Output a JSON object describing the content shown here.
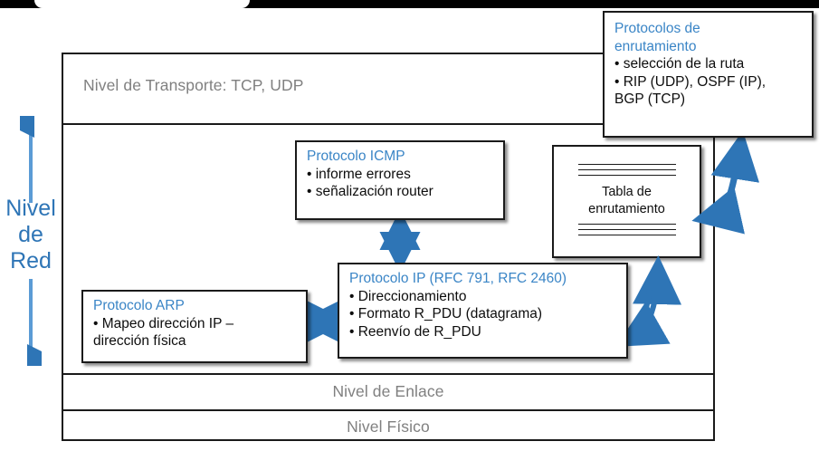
{
  "colors": {
    "accent_blue": "#2E75B6",
    "title_blue": "#3a85c6",
    "arrow_blue": "#2E75B6",
    "layer_label_grey": "#808080",
    "frame_black": "#1a1a1a"
  },
  "stack": {
    "transport_layer_label": "Nivel de Transporte: TCP, UDP",
    "link_layer_label": "Nivel de Enlace",
    "physical_layer_label": "Nivel Físico"
  },
  "network_layer_marker": {
    "lines": [
      "Nivel",
      "de",
      "Red"
    ],
    "arrow_icon": "double-arrow-vertical-icon"
  },
  "boxes": {
    "routing_protocols": {
      "title": "Protocolos de",
      "title2": "enrutamiento",
      "items": [
        "• selección de la ruta",
        "• RIP (UDP), OSPF (IP),",
        "BGP (TCP)"
      ]
    },
    "icmp": {
      "title": "Protocolo ICMP",
      "items": [
        "• informe errores",
        "• señalización router"
      ]
    },
    "ip": {
      "title": "Protocolo IP (RFC 791, RFC 2460)",
      "items": [
        "• Direccionamiento",
        "• Formato R_PDU (datagrama)",
        "• Reenvío de R_PDU"
      ]
    },
    "arp": {
      "title": "Protocolo ARP",
      "items": [
        "• Mapeo dirección IP –",
        "dirección física"
      ]
    }
  },
  "routing_table_doc": {
    "line1": "Tabla de",
    "line2": "enrutamiento"
  },
  "connectors": [
    {
      "name": "icmp-to-ip-arrow",
      "icon": "double-arrow-vertical-icon"
    },
    {
      "name": "arp-to-ip-arrow",
      "icon": "double-arrow-horizontal-icon"
    },
    {
      "name": "ip-to-routing-table-arrow",
      "icon": "curved-double-arrow-icon"
    },
    {
      "name": "routing-table-to-protocols-arrow",
      "icon": "curved-double-arrow-icon"
    }
  ]
}
